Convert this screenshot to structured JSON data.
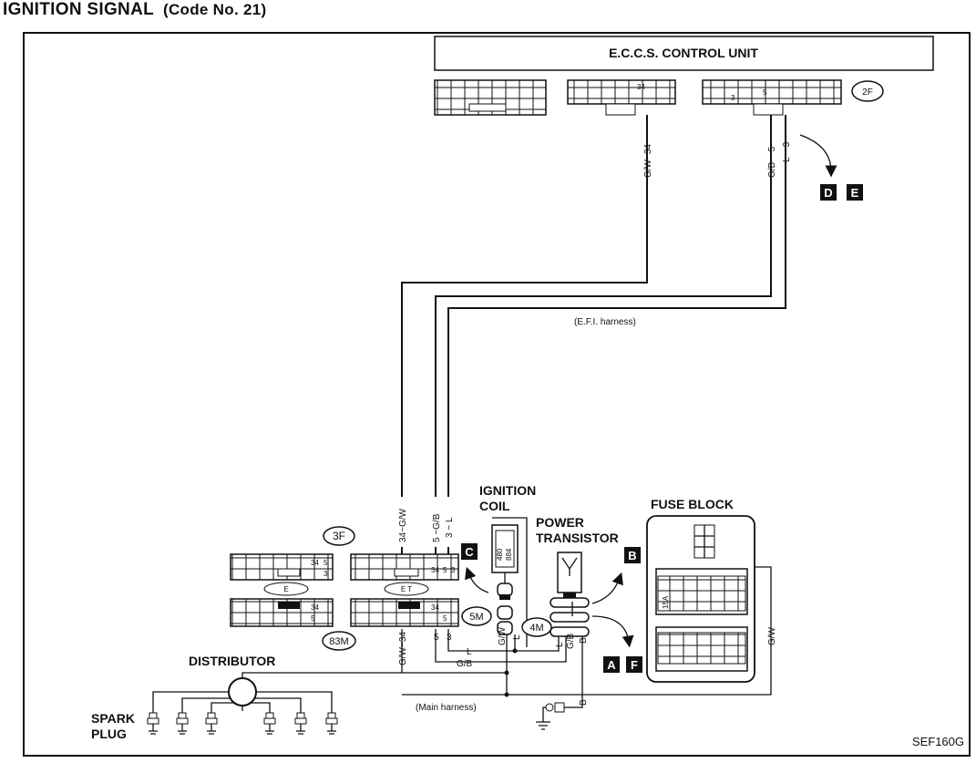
{
  "title": "IGNITION SIGNAL",
  "code": "(Code No. 21)",
  "control_unit": "E.C.C.S. CONTROL UNIT",
  "connectors": {
    "c2F": "2F",
    "c3F": "3F",
    "c83M": "83M",
    "c5M": "5M",
    "c4M": "4M",
    "pin34": "34",
    "pin3": "3",
    "pin5": "5",
    "pinE": "E",
    "pinET": "E T",
    "fuse15A": "15A",
    "coil_a": "480",
    "coil_b": "884"
  },
  "refs": {
    "D": "D",
    "E": "E",
    "C": "C",
    "B": "B",
    "A": "A",
    "F": "F"
  },
  "wires": {
    "gw34_top": "G/W−34",
    "gb5_top": "G/B − 5",
    "l3_top": "L − 3",
    "efi": "(E.F.I. harness)",
    "gw34_mid": "34−G/W",
    "gb5_mid": "5 −G/B",
    "l3_mid": "3 − L",
    "gw34_bot": "G/W−34",
    "n5": "5",
    "n3": "3",
    "L": "L",
    "GB": "G/B",
    "GW": "G/W",
    "B": "B",
    "main": "(Main harness)"
  },
  "components": {
    "ignition_coil_1": "IGNITION",
    "ignition_coil_2": "COIL",
    "power_tr_1": "POWER",
    "power_tr_2": "TRANSISTOR",
    "fuse_block": "FUSE BLOCK",
    "distributor": "DISTRIBUTOR",
    "spark_1": "SPARK",
    "spark_2": "PLUG"
  },
  "figure_id": "SEF160G"
}
